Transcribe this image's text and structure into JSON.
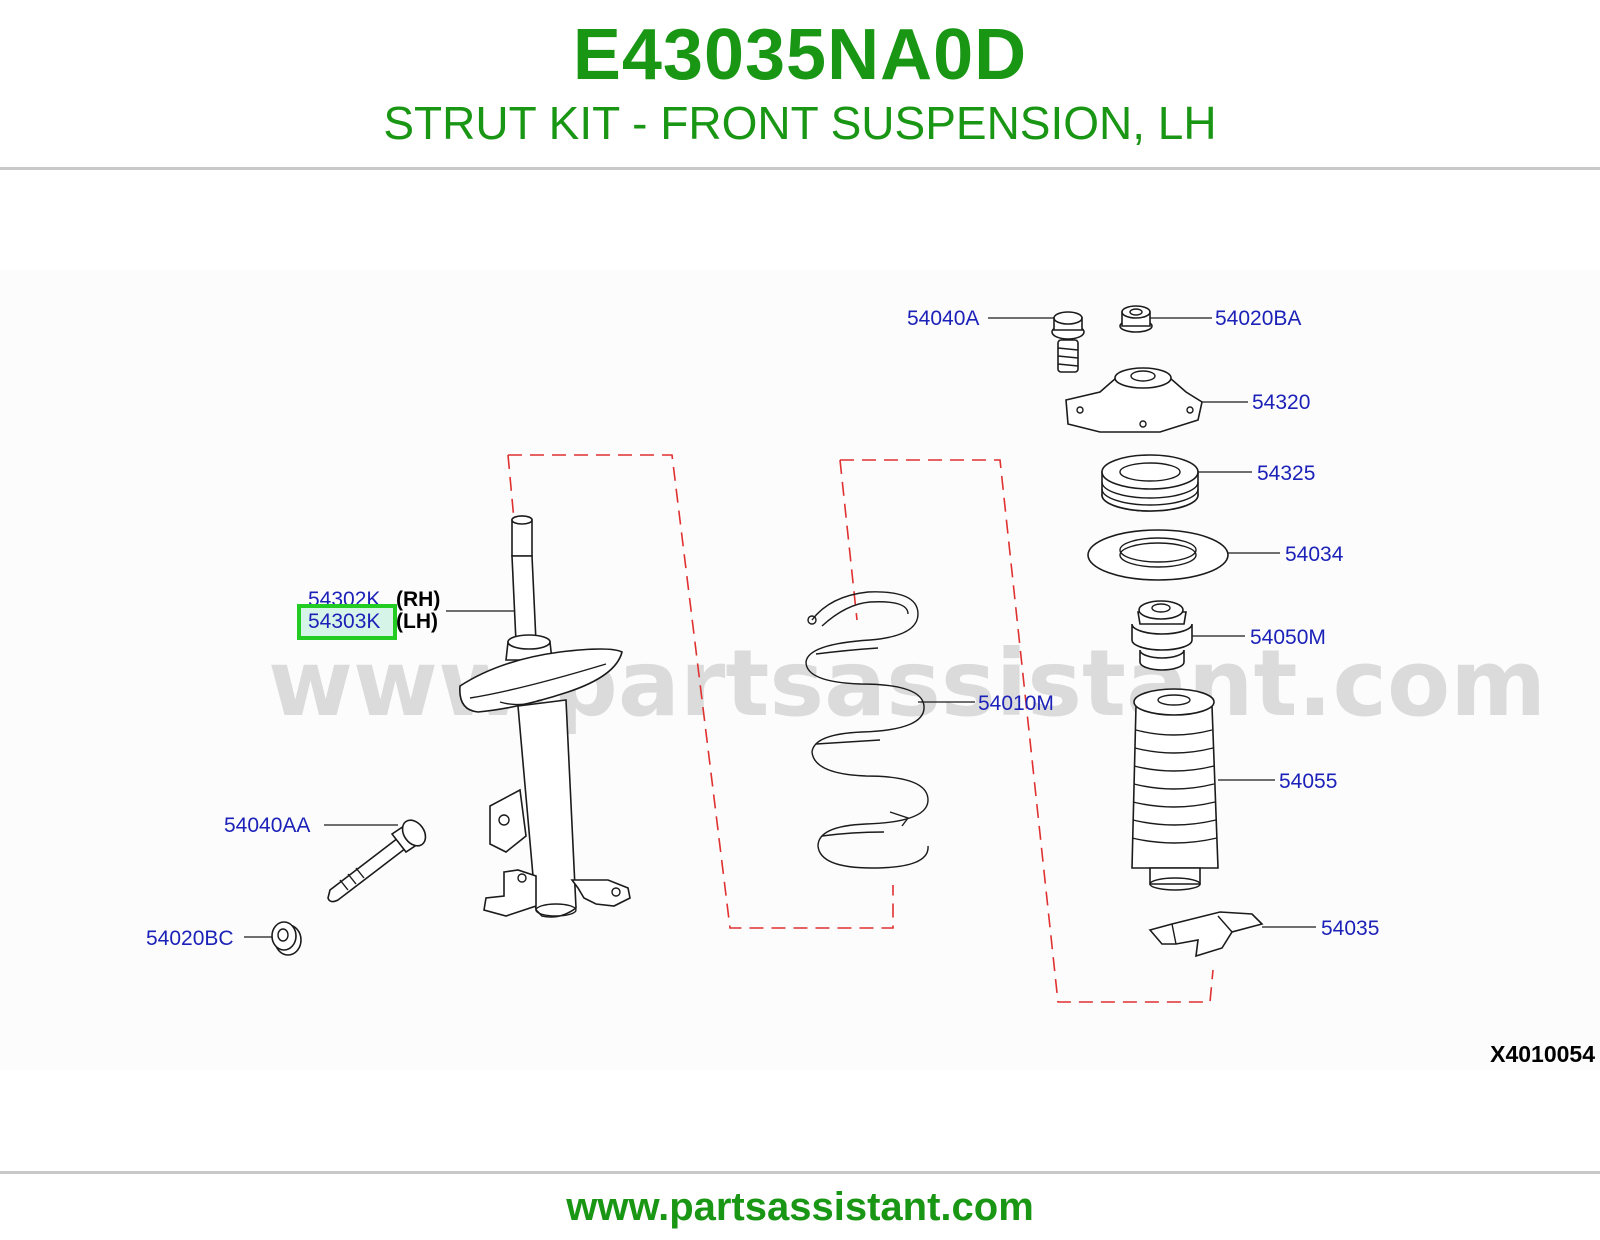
{
  "header": {
    "part_number": "E43035NA0D",
    "description": "STRUT KIT - FRONT SUSPENSION, LH"
  },
  "footer": {
    "website": "www.partsassistant.com"
  },
  "diagram": {
    "watermark": "www.partsassistant.com",
    "diagram_code": "X4010054",
    "side_labels": {
      "rh": "(RH)",
      "lh": "(LH)"
    },
    "callouts": {
      "bolt_top": "54040A",
      "nut_top": "54020BA",
      "mount_insulator": "54320",
      "bearing": "54325",
      "spring_seat": "54034",
      "bound_bumper": "54050M",
      "dust_boot": "54055",
      "bracket_clip": "54035",
      "coil_spring": "54010M",
      "strut_rh": "54302K",
      "strut_lh": "54303K",
      "bolt_bottom": "54040AA",
      "nut_bottom": "54020BC"
    },
    "highlighted_callout": "54303K",
    "highlight_color": "#22cc22",
    "callout_color": "#1c22b8",
    "explode_line_color": "#e03030",
    "brand_color": "#1a9615"
  }
}
